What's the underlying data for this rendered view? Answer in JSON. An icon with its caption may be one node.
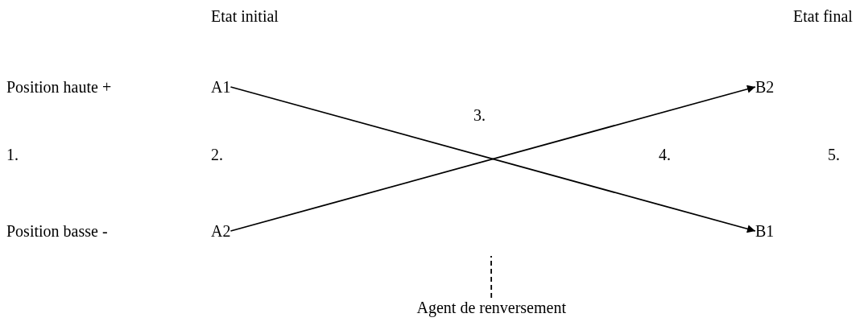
{
  "diagram": {
    "nodes": [
      {
        "text": [
          "A1"
        ]
      },
      {
        "text": [
          "A2"
        ]
      },
      {
        "text": [
          "B2"
        ]
      },
      {
        "text": [
          "B1"
        ]
      },
      {
        "text": [
          "Agent de renversement"
        ]
      }
    ],
    "edges": [
      {
        "from": 0,
        "to": 3,
        "arrow": "to"
      },
      {
        "from": 1,
        "to": 2,
        "arrow": "to"
      },
      {
        "from": 4,
        "to": null,
        "arrow": "none",
        "style": "dashed"
      }
    ],
    "labels": [
      "Etat initial",
      "Etat final",
      "Position haute +",
      "3.",
      "1.",
      "2.",
      "4.",
      "5.",
      "Position basse -"
    ]
  }
}
